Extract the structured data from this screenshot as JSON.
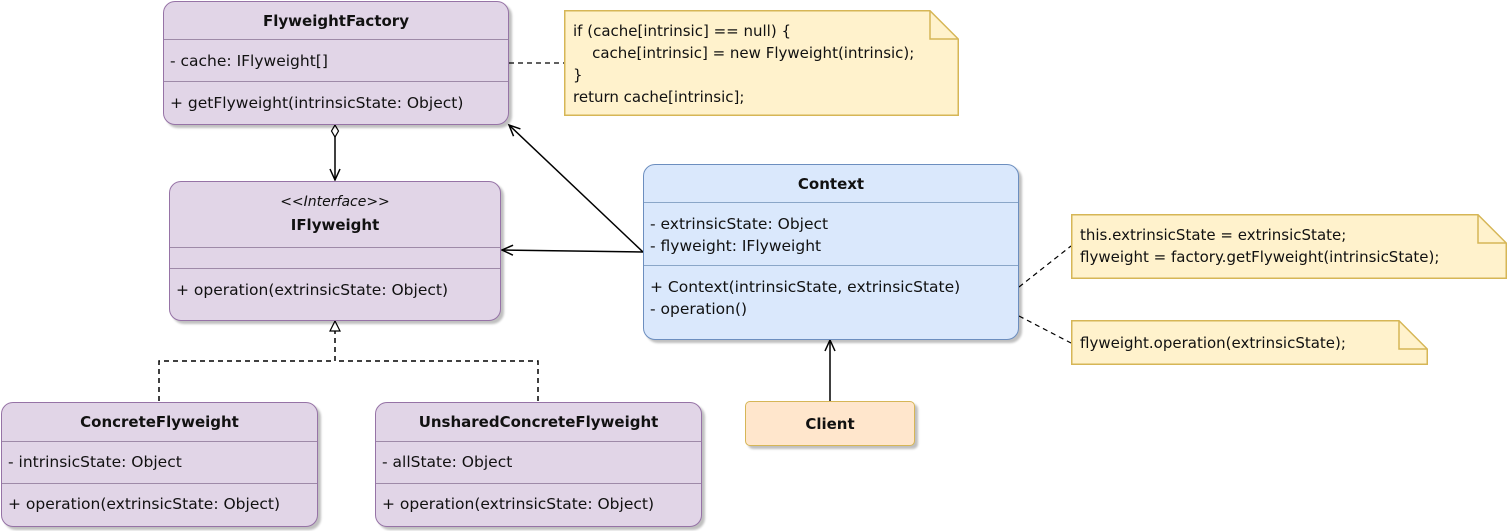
{
  "factory": {
    "name": "FlyweightFactory",
    "attribute": "- cache: IFlyweight[]",
    "method": "+ getFlyweight(intrinsicState: Object)"
  },
  "iflyweight": {
    "stereotype": "<<Interface>>",
    "name": "IFlyweight",
    "method": "+ operation(extrinsicState: Object)"
  },
  "concrete": {
    "name": "ConcreteFlyweight",
    "attribute": "- intrinsicState: Object",
    "method": "+ operation(extrinsicState: Object)"
  },
  "unshared": {
    "name": "UnsharedConcreteFlyweight",
    "attribute": "- allState: Object",
    "method": "+ operation(extrinsicState: Object)"
  },
  "context": {
    "name": "Context",
    "attributes": [
      "- extrinsicState: Object",
      "- flyweight: IFlyweight"
    ],
    "methods": [
      "+ Context(intrinsicState, extrinsicState)",
      "- operation()"
    ]
  },
  "client": {
    "name": "Client"
  },
  "notes": {
    "cache_note": [
      "if (cache[intrinsic] == null) {",
      "    cache[intrinsic] = new Flyweight(intrinsic);",
      "}",
      "return cache[intrinsic];"
    ],
    "constructor_note": [
      "this.extrinsicState = extrinsicState;",
      "flyweight = factory.getFlyweight(intrinsicState);"
    ],
    "operation_note": [
      "flyweight.operation(extrinsicState);"
    ]
  },
  "colors": {
    "class_fill": "#e1d5e7",
    "class_border": "#9673a6",
    "context_fill": "#dae8fc",
    "context_border": "#6c8ebf",
    "note_fill": "#fff2cc",
    "note_border": "#d6b656",
    "client_fill": "#ffe6cc"
  }
}
